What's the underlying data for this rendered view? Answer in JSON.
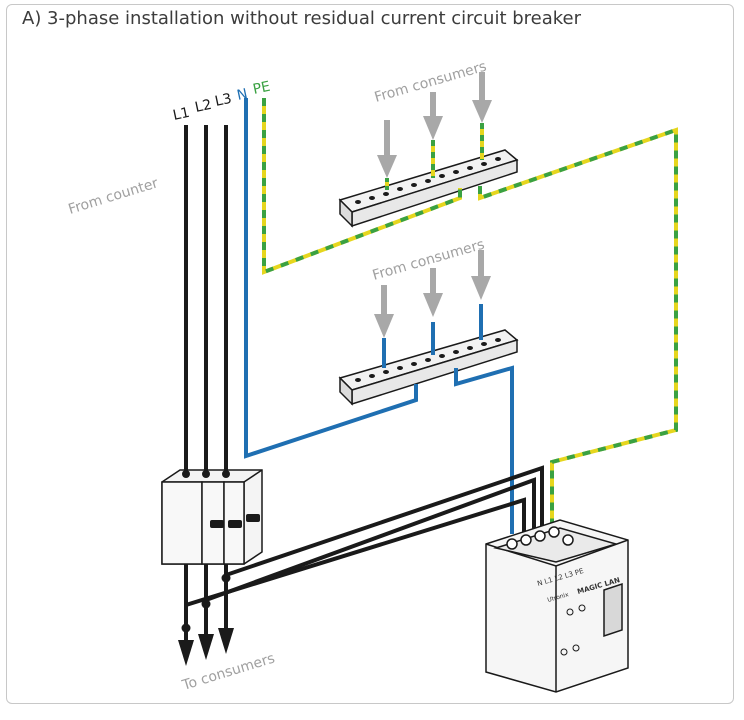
{
  "title": "A) 3-phase installation without residual current circuit breaker",
  "labels": {
    "l1": "L1",
    "l2": "L2",
    "l3": "L3",
    "n": "N",
    "pe": "PE",
    "from_counter": "From counter",
    "from_consumers_top": "From consumers",
    "from_consumers_mid": "From consumers",
    "to_consumers": "To consumers",
    "device_terminals": "N L1 L2 L3 PE",
    "device_brand": "Utronix",
    "device_model": "MAGIC LAN"
  },
  "colors": {
    "phase": "#1a1a1a",
    "neutral": "#1f6fb2",
    "earth_green": "#3aa142",
    "earth_yellow": "#e6d61e",
    "arrow": "#a8a8a8",
    "pe_label": "#3aa142",
    "n_label": "#1f6fb2"
  }
}
